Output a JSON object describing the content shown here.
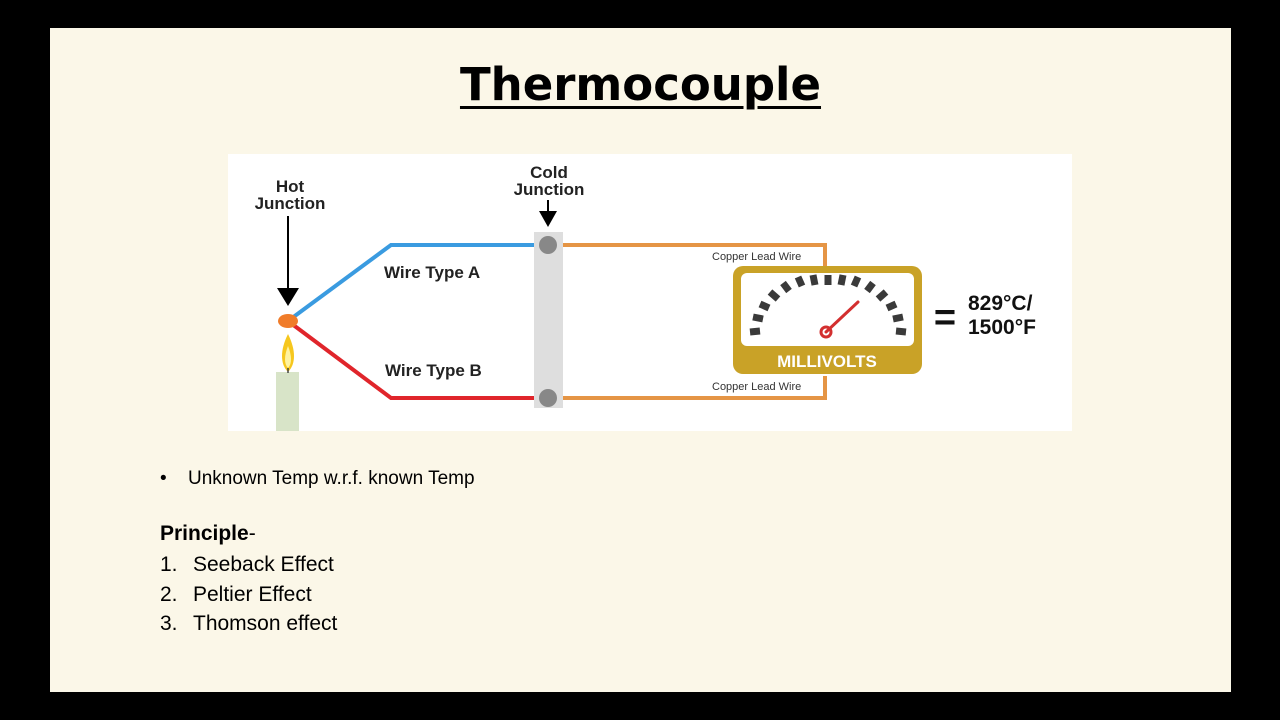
{
  "slide": {
    "title": "Thermocouple"
  },
  "diagram": {
    "hot_junction_label": [
      "Hot",
      "Junction"
    ],
    "cold_junction_label": [
      "Cold",
      "Junction"
    ],
    "wire_a_label": "Wire Type A",
    "wire_b_label": "Wire Type B",
    "copper_top_label": "Copper Lead Wire",
    "copper_bottom_label": "Copper Lead Wire",
    "meter_label": "MILLIVOLTS",
    "equals_sign": "=",
    "reading_line1": "829°C/",
    "reading_line2": "1500°F",
    "colors": {
      "wire_a": "#3a9be0",
      "wire_b": "#e0252b",
      "copper": "#e59545",
      "meter_gold": "#c9a227",
      "needle": "#d32f2f",
      "junction": "#f07c2a"
    }
  },
  "content": {
    "bullet_marker": "•",
    "bullet_text": "Unknown Temp w.r.f. known Temp",
    "principle_heading": "Principle",
    "principle_suffix": "-",
    "effects": [
      {
        "num": "1.",
        "text": "Seeback Effect"
      },
      {
        "num": "2.",
        "text": "Peltier Effect"
      },
      {
        "num": "3.",
        "text": "Thomson effect"
      }
    ]
  }
}
